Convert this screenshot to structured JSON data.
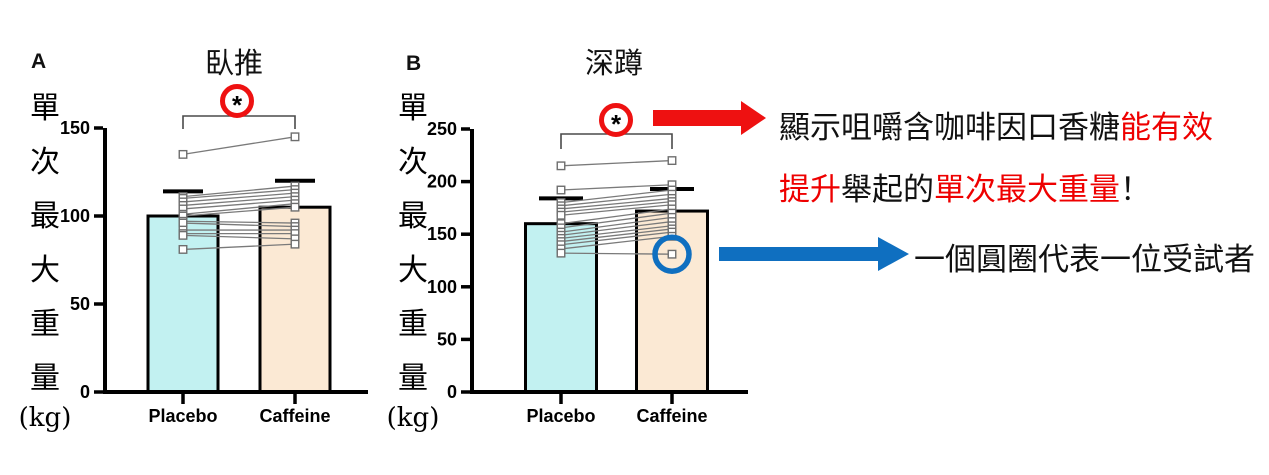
{
  "page": {
    "background_color": "#ffffff"
  },
  "colors": {
    "placebo_bar": "#c2f1f1",
    "caffeine_bar": "#fbe9d4",
    "bar_border": "#000000",
    "axis": "#000000",
    "pair_line": "#7a7a7a",
    "point_fill": "#ffffff",
    "point_border": "#6e6e6e",
    "bracket": "#4a4a4a",
    "significance_red": "#ee1111",
    "highlight_blue": "#0f6fc0",
    "annotation_red": "#ee0000",
    "text_black": "#111111"
  },
  "chart_data": [
    {
      "type": "bar",
      "panel_label": "A",
      "title": "臥推",
      "ylabel_vertical": "單次最大重量",
      "ylabel_unit": "(kg)",
      "categories": [
        "Placebo",
        "Caffeine"
      ],
      "ylim": [
        0,
        150
      ],
      "yticks": [
        0,
        50,
        100,
        150
      ],
      "grid": false,
      "series": [
        {
          "name": "Placebo",
          "mean": 100,
          "error_top": 114
        },
        {
          "name": "Caffeine",
          "mean": 105,
          "error_top": 120
        }
      ],
      "paired_points": [
        [
          135,
          145
        ],
        [
          111,
          117
        ],
        [
          110,
          115
        ],
        [
          108,
          113
        ],
        [
          106,
          111
        ],
        [
          104,
          109
        ],
        [
          101,
          107
        ],
        [
          100,
          105
        ],
        [
          97,
          96
        ],
        [
          96,
          94
        ],
        [
          92,
          92
        ],
        [
          90,
          90
        ],
        [
          89,
          87
        ],
        [
          81,
          84
        ]
      ],
      "significance_label": "*"
    },
    {
      "type": "bar",
      "panel_label": "B",
      "title": "深蹲",
      "ylabel_vertical": "單次最大重量",
      "ylabel_unit": "(kg)",
      "categories": [
        "Placebo",
        "Caffeine"
      ],
      "ylim": [
        0,
        250
      ],
      "yticks": [
        0,
        50,
        100,
        150,
        200,
        250
      ],
      "grid": false,
      "series": [
        {
          "name": "Placebo",
          "mean": 160,
          "error_top": 184
        },
        {
          "name": "Caffeine",
          "mean": 172,
          "error_top": 193
        }
      ],
      "paired_points": [
        [
          215,
          220
        ],
        [
          192,
          197
        ],
        [
          180,
          192
        ],
        [
          177,
          188
        ],
        [
          174,
          184
        ],
        [
          171,
          181
        ],
        [
          168,
          178
        ],
        [
          160,
          174
        ],
        [
          156,
          170
        ],
        [
          152,
          166
        ],
        [
          149,
          162
        ],
        [
          146,
          158
        ],
        [
          143,
          155
        ],
        [
          140,
          152
        ],
        [
          136,
          148
        ],
        [
          132,
          131
        ]
      ],
      "significance_label": "*",
      "highlighted_subject": {
        "series": "Caffeine",
        "value": 131
      }
    }
  ],
  "annotations": {
    "finding_black_prefix": "顯示咀嚼含咖啡因口香糖",
    "finding_red_emphasis_1": "能有效",
    "finding_red_emphasis_2": "提升",
    "finding_black_middle": "舉起的",
    "finding_red_emphasis_3": "單次最大重量",
    "finding_black_suffix": "！",
    "subject_note": "一個圓圈代表一位受試者"
  }
}
